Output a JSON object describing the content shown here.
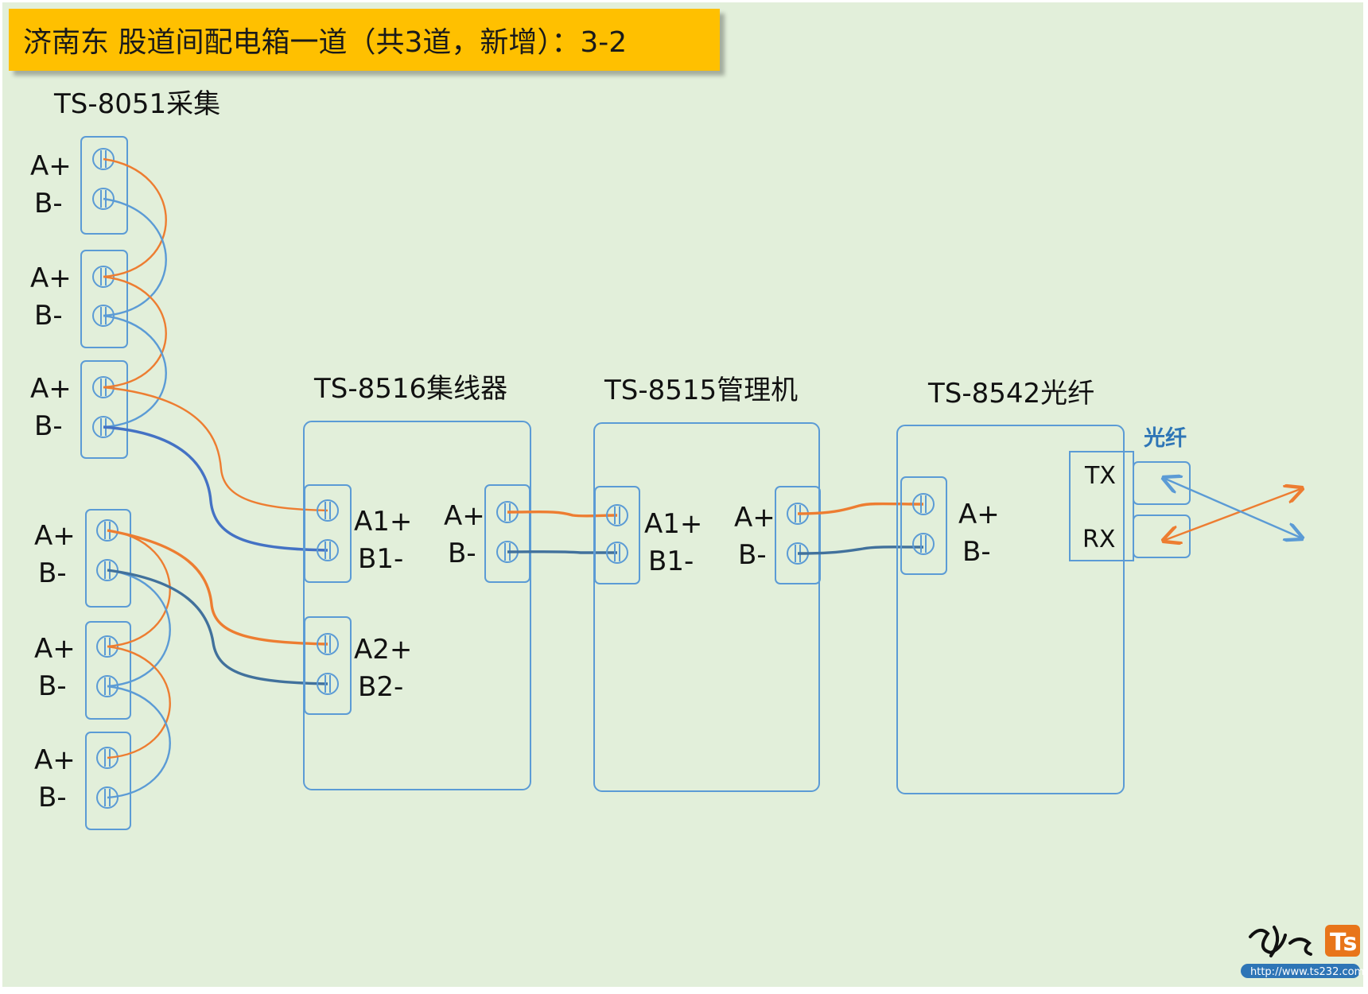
{
  "title": "济南东 股道间配电箱一道（共3道，新增）：3-2",
  "devices": {
    "collector": {
      "label": "TS-8051采集"
    },
    "hub": {
      "label": "TS-8516集线器"
    },
    "manager": {
      "label": "TS-8515管理机"
    },
    "fiber": {
      "label": "TS-8542光纤"
    }
  },
  "terminals": {
    "a_plus": "A+",
    "b_minus": "B-",
    "a1_plus": "A1+",
    "b1_minus": "B1-",
    "a2_plus": "A2+",
    "b2_minus": "B2-",
    "tx": "TX",
    "rx": "RX"
  },
  "fiber_link_label": "光纤",
  "watermark": {
    "text": "http://www.ts232.com",
    "badge": "Ts"
  },
  "colors": {
    "background": "#e2efda",
    "banner": "#ffc000",
    "device_border": "#5b9bd5",
    "wire_a": "#ed7d31",
    "wire_b": "#5b9bd5",
    "wire_b_dark": "#4472c4",
    "wire_b_slate": "#41719c",
    "fiber_label": "#2e75b6"
  }
}
